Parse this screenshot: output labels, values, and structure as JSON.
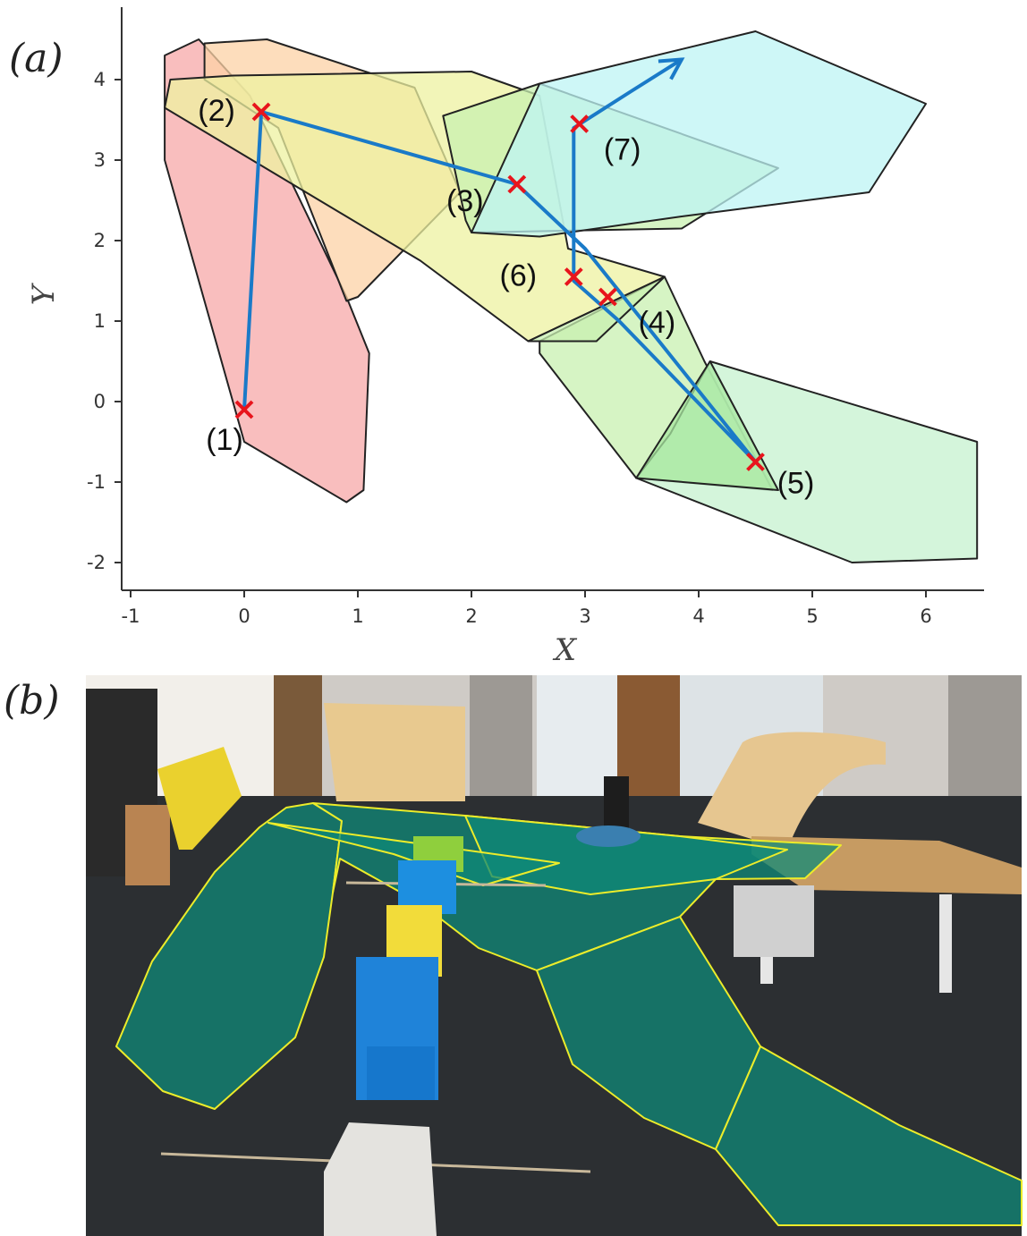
{
  "panel_a": {
    "letter": "(a)",
    "x_axis_title": "X",
    "y_axis_title": "Y",
    "xlim": [
      -1.1,
      6.7
    ],
    "ylim": [
      -2.3,
      4.8
    ],
    "x_ticks": [
      -1,
      0,
      1,
      2,
      3,
      4,
      5,
      6
    ],
    "y_ticks": [
      -2,
      -1,
      0,
      1,
      2,
      3,
      4
    ],
    "regions": [
      {
        "id": "red",
        "color": "#f7a8a8",
        "points": [
          [
            -0.7,
            4.3
          ],
          [
            -0.4,
            4.5
          ],
          [
            0.05,
            3.8
          ],
          [
            0.9,
            1.3
          ],
          [
            1.1,
            0.6
          ],
          [
            1.05,
            -1.1
          ],
          [
            0.9,
            -1.25
          ],
          [
            0.0,
            -0.5
          ],
          [
            -0.7,
            3.0
          ]
        ]
      },
      {
        "id": "orange",
        "color": "#fcd2a6",
        "points": [
          [
            -0.35,
            4.45
          ],
          [
            0.2,
            4.5
          ],
          [
            1.5,
            3.9
          ],
          [
            1.9,
            2.6
          ],
          [
            1.0,
            1.3
          ],
          [
            0.9,
            1.25
          ],
          [
            0.3,
            3.4
          ],
          [
            -0.35,
            4.0
          ]
        ]
      },
      {
        "id": "yellow",
        "color": "#eef2a0",
        "points": [
          [
            -0.65,
            4.0
          ],
          [
            -0.1,
            4.05
          ],
          [
            2.0,
            4.1
          ],
          [
            2.6,
            3.8
          ],
          [
            2.85,
            1.9
          ],
          [
            3.7,
            1.55
          ],
          [
            2.5,
            0.75
          ],
          [
            1.55,
            1.75
          ],
          [
            -0.7,
            3.65
          ]
        ]
      },
      {
        "id": "green-upper",
        "color": "#c8f0b0",
        "points": [
          [
            1.75,
            3.55
          ],
          [
            2.6,
            3.95
          ],
          [
            4.7,
            2.9
          ],
          [
            3.85,
            2.15
          ],
          [
            2.0,
            2.1
          ],
          [
            1.95,
            2.25
          ]
        ]
      },
      {
        "id": "cyan",
        "color": "#bef4f4",
        "points": [
          [
            2.6,
            3.95
          ],
          [
            4.5,
            4.6
          ],
          [
            6.0,
            3.7
          ],
          [
            5.5,
            2.6
          ],
          [
            3.85,
            2.3
          ],
          [
            2.6,
            2.05
          ],
          [
            2.0,
            2.1
          ]
        ]
      },
      {
        "id": "green-middle",
        "color": "#c8f0b0",
        "points": [
          [
            2.6,
            0.75
          ],
          [
            3.7,
            1.55
          ],
          [
            4.05,
            0.5
          ],
          [
            4.65,
            -1.1
          ],
          [
            3.45,
            -0.95
          ],
          [
            2.6,
            0.6
          ]
        ]
      },
      {
        "id": "green-lower",
        "color": "#c6f2cf",
        "points": [
          [
            4.1,
            0.5
          ],
          [
            6.45,
            -0.5
          ],
          [
            6.45,
            -1.95
          ],
          [
            5.35,
            -2.0
          ],
          [
            3.45,
            -0.95
          ],
          [
            3.75,
            -0.4
          ]
        ]
      },
      {
        "id": "green-triangle-upper",
        "color": "#c8f0b0",
        "points": [
          [
            2.5,
            0.75
          ],
          [
            3.7,
            1.55
          ],
          [
            3.1,
            0.75
          ]
        ]
      },
      {
        "id": "green-triangle-lower",
        "color": "#a8e8a0",
        "points": [
          [
            4.1,
            0.5
          ],
          [
            4.7,
            -1.1
          ],
          [
            3.45,
            -0.95
          ]
        ]
      }
    ],
    "path": [
      [
        0.0,
        -0.1
      ],
      [
        0.15,
        3.6
      ],
      [
        2.4,
        2.7
      ],
      [
        3.0,
        1.9
      ],
      [
        4.5,
        -0.75
      ],
      [
        3.3,
        1.0
      ],
      [
        2.9,
        1.5
      ],
      [
        2.9,
        3.4
      ],
      [
        3.4,
        3.85
      ],
      [
        3.85,
        4.25
      ]
    ],
    "waypoints": [
      {
        "label": "(1)",
        "x": 0.0,
        "y": -0.1
      },
      {
        "label": "(2)",
        "x": 0.15,
        "y": 3.6
      },
      {
        "label": "(3)",
        "x": 2.4,
        "y": 2.7
      },
      {
        "label": "(4)",
        "x": 3.2,
        "y": 1.3
      },
      {
        "label": "(5)",
        "x": 4.5,
        "y": -0.75
      },
      {
        "label": "(6)",
        "x": 2.9,
        "y": 1.55
      },
      {
        "label": "(7)",
        "x": 2.95,
        "y": 3.45
      }
    ],
    "colors": {
      "path": "#1a7ac8",
      "marker": "#e8141c",
      "outline": "#222222"
    }
  },
  "panel_b": {
    "letter": "(b)",
    "colors": {
      "floor": "#2c2f32",
      "region_fill": "#0f8a78",
      "region_outline": "#ecec2a",
      "wall": "#8d8a86"
    }
  }
}
